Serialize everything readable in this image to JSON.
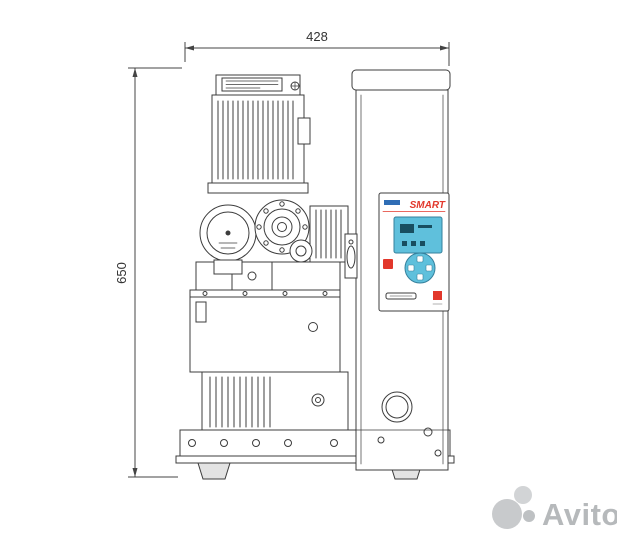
{
  "dimensions": {
    "width": "428",
    "height": "650"
  },
  "panel": {
    "brand": "SMART"
  },
  "watermark": {
    "text": "Avito"
  },
  "colors": {
    "line": "#3c3c3c",
    "dim_line": "#444444",
    "screen": "#5fc0dc",
    "screen_dark": "#184e60",
    "accent_red": "#e2372b",
    "panel_blue": "#2f6db5",
    "watermark_text": "#b6b9bb",
    "watermark_circle_big": "#c8cacc",
    "watermark_circle_mid": "#d2d4d6",
    "watermark_circle_small": "#bec1c3",
    "foot_fill": "#e3e3e3"
  }
}
